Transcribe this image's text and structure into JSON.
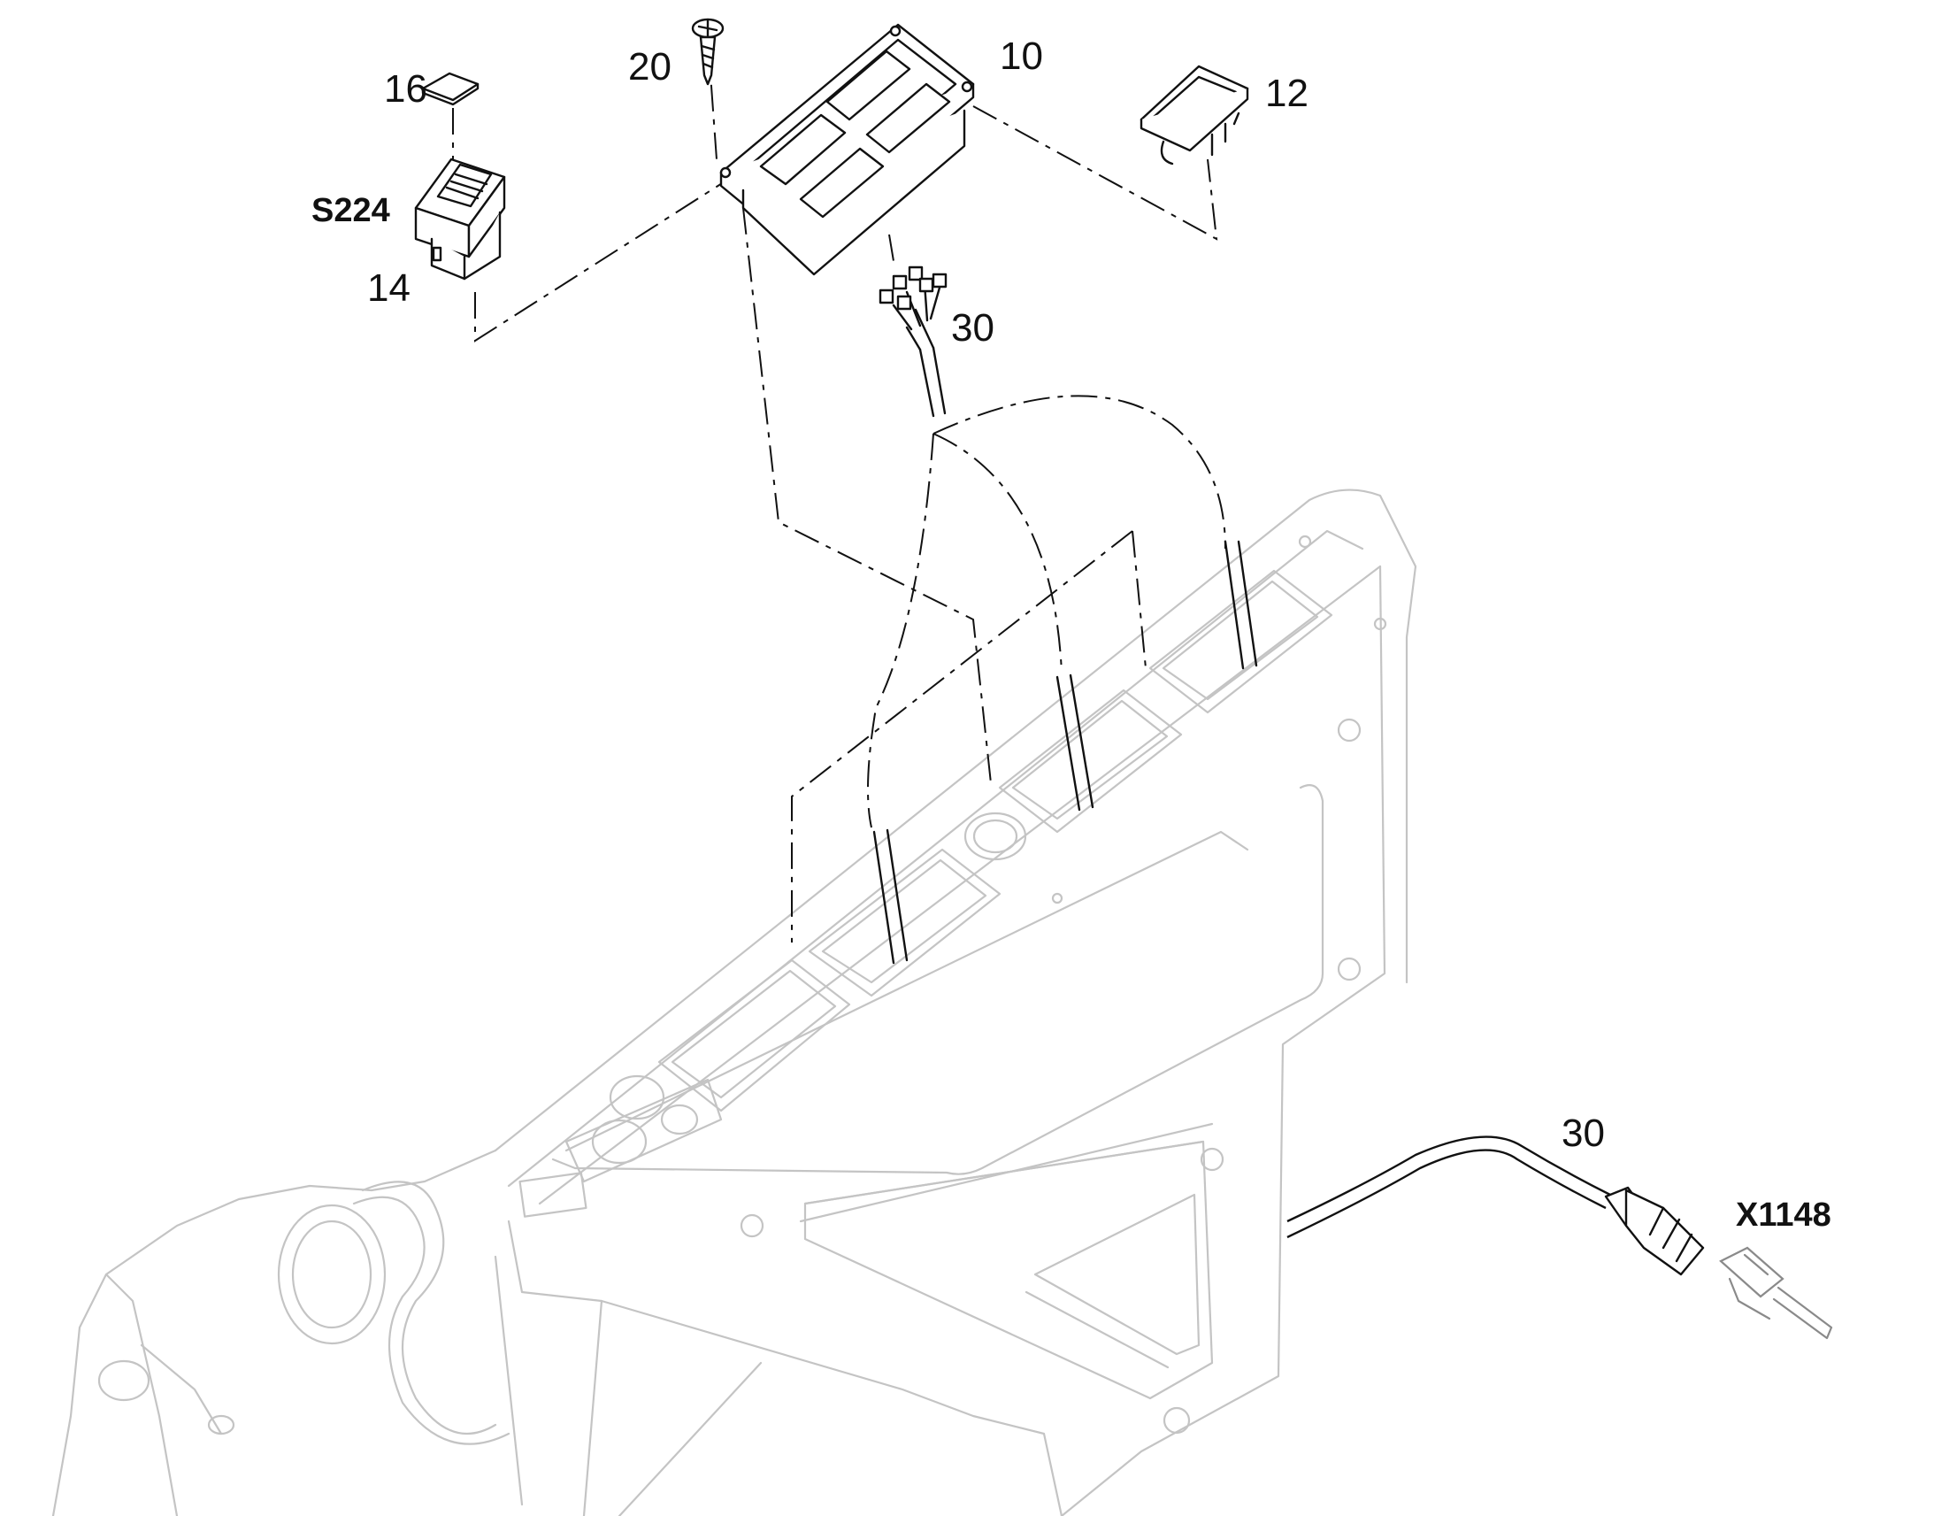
{
  "diagram": {
    "callouts": {
      "item_10": "10",
      "item_12": "12",
      "item_14": "14",
      "item_16": "16",
      "item_20": "20",
      "item_30_upper": "30",
      "item_30_lower": "30"
    },
    "references": {
      "switch_ref": "S224",
      "connector_ref": "X1148"
    }
  },
  "colors": {
    "line": "#111111",
    "ghost_structure": "#c4c4c4",
    "background": "#ffffff"
  }
}
